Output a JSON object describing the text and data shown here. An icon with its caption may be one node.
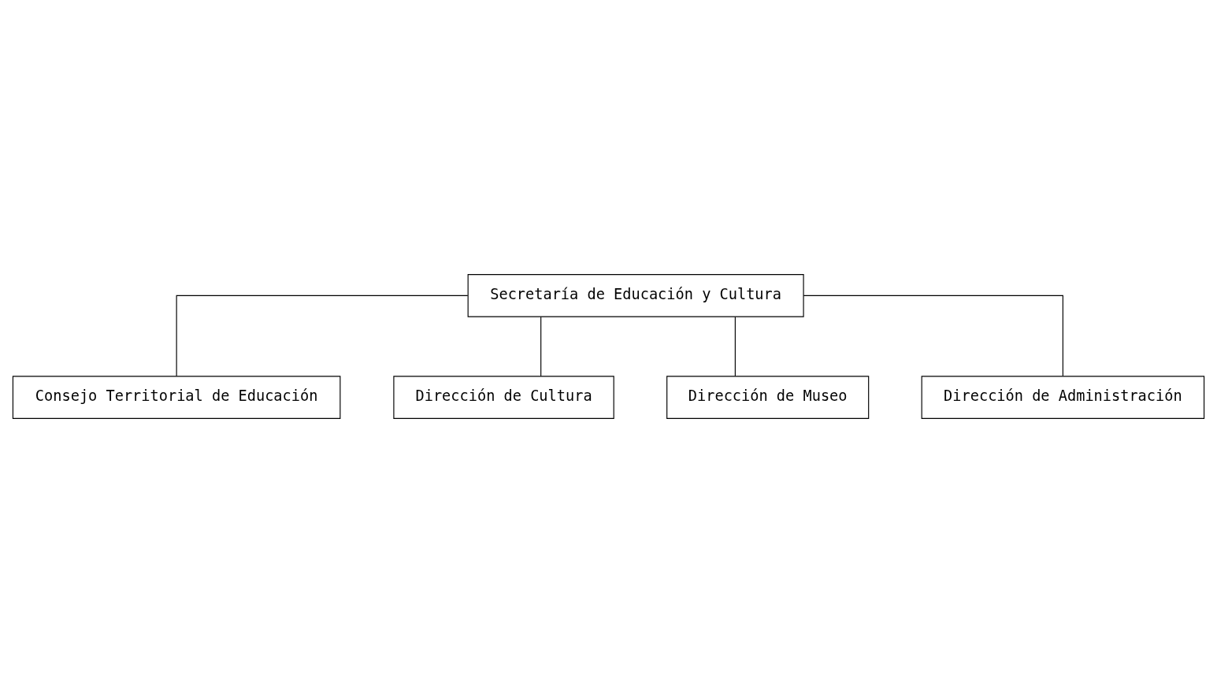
{
  "diagram": {
    "nodes": [
      {
        "text": [
          "Secretaría de Educación y Cultura"
        ]
      },
      {
        "text": [
          "Consejo Territorial de Educación"
        ]
      },
      {
        "text": [
          "Dirección de Cultura"
        ]
      },
      {
        "text": [
          "Dirección de Museo"
        ]
      },
      {
        "text": [
          "Dirección de Administración"
        ]
      }
    ],
    "edges": [
      {
        "from": 0,
        "to": 1,
        "arrow": "none"
      },
      {
        "from": 0,
        "to": 2,
        "arrow": "none"
      },
      {
        "from": 0,
        "to": 3,
        "arrow": "none"
      },
      {
        "from": 0,
        "to": 4,
        "arrow": "none"
      }
    ]
  }
}
